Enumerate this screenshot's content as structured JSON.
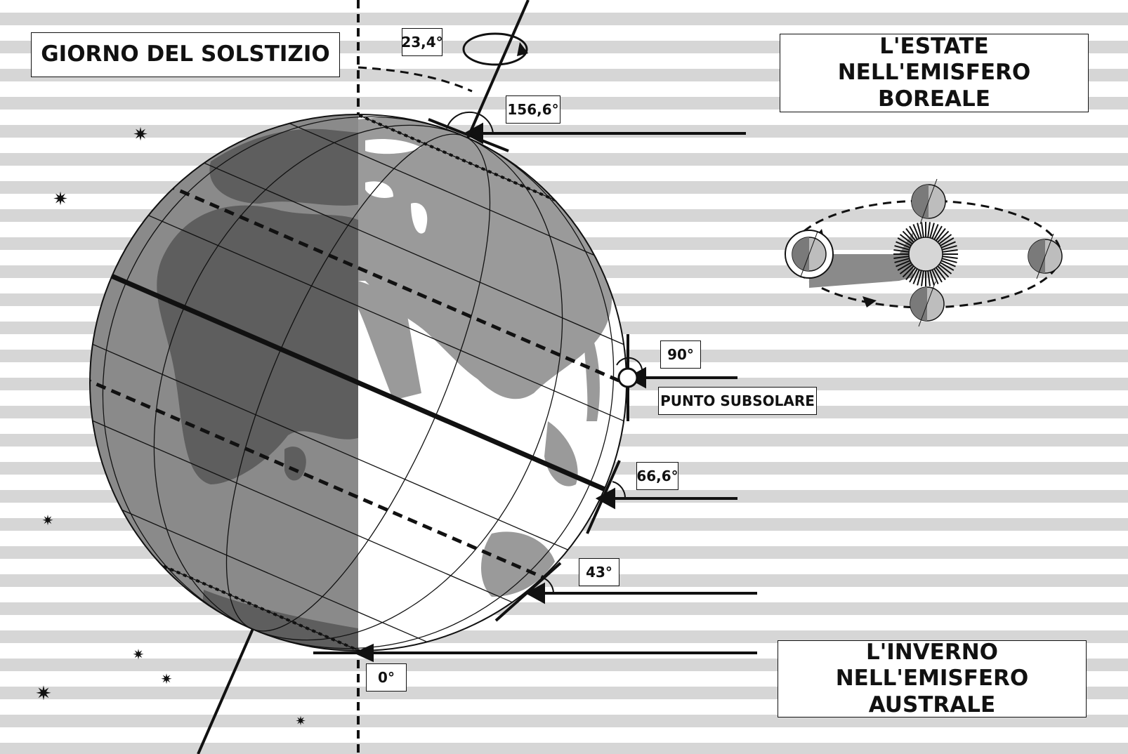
{
  "title": "GIORNO DEL SOLSTIZIO",
  "summer_label": "L'ESTATE NELL'EMISFERO BOREALE",
  "winter_label": "L'INVERNO NELL'EMISFERO AUSTRALE",
  "axis_tilt": "23,4°",
  "angles": {
    "pole": "156,6°",
    "subsolar": "90°",
    "mid": "66,6°",
    "low": "43°",
    "bottom": "0°"
  },
  "subsolar_label": "PUNTO SUBSOLARE",
  "colors": {
    "stripe": "#d6d6d6",
    "night": "#8a8a8a",
    "land_night": "#5e5e5e",
    "land_day": "#9a9a9a",
    "ink": "#111111"
  }
}
